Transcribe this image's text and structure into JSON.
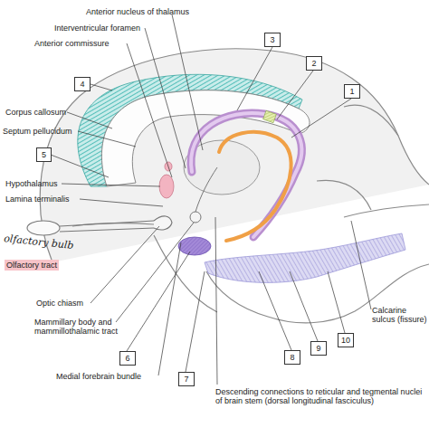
{
  "diagram": {
    "nodes": [
      {
        "text": [
          "3"
        ]
      },
      {
        "text": [
          "2"
        ]
      },
      {
        "text": [
          "1"
        ]
      },
      {
        "text": [
          "4"
        ]
      },
      {
        "text": [
          "5"
        ]
      },
      {
        "text": [
          "6"
        ]
      },
      {
        "text": [
          "7"
        ]
      },
      {
        "text": [
          "8"
        ]
      },
      {
        "text": [
          "9"
        ]
      },
      {
        "text": [
          "10"
        ]
      }
    ],
    "labels": [
      "Anterior nucleus of thalamus",
      "Interventricular foramen",
      "Anterior commissure",
      "Corpus callosum",
      "Septum pellucidum",
      "Hypothalamus",
      "Lamina terminalis",
      "olfactory bulb",
      "Olfactory tract",
      "Optic chiasm",
      "Mammillary body and mammillothalamic tract",
      "Medial forebrain bundle",
      "Descending connections to reticular and tegmental nuclei of brain stem (dorsal longitudinal fasciculus)",
      "Calcarine sulcus (fissure)"
    ]
  }
}
